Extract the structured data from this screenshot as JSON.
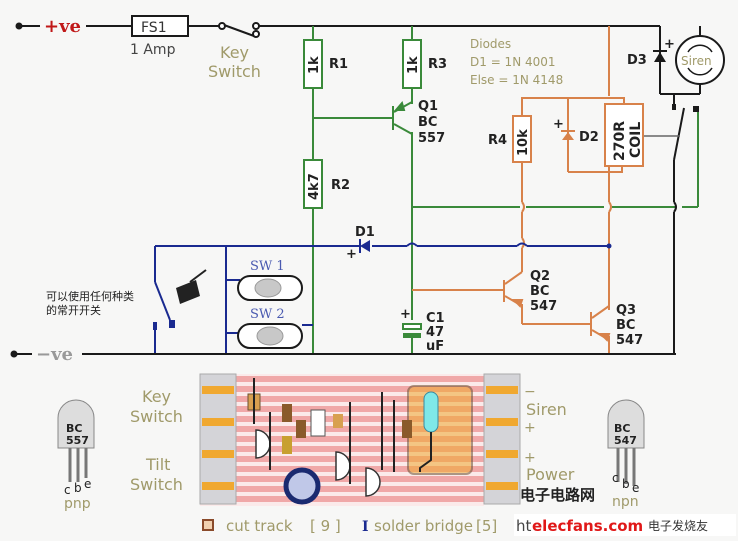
{
  "colors": {
    "black_wire": "#1a1a1a",
    "green_wire": "#3a8a3a",
    "orange_wire": "#d8824a",
    "blue_wire": "#1a2a90",
    "red_text": "#c01818",
    "khaki_text": "#a09a6a",
    "dark_text": "#222222",
    "board_stripe": "#f0a8a8",
    "track_orange": "#f0a830"
  },
  "supply": {
    "positive_label": "+ve",
    "negative_label": "−ve"
  },
  "fuse": {
    "ref": "FS1",
    "rating": "1 Amp"
  },
  "key_switch": {
    "label_line1": "Key",
    "label_line2": "Switch"
  },
  "resistors": {
    "r1": {
      "ref": "R1",
      "value": "1k"
    },
    "r2": {
      "ref": "R2",
      "value": "4k7"
    },
    "r3": {
      "ref": "R3",
      "value": "1k"
    },
    "r4": {
      "ref": "R4",
      "value": "10k"
    }
  },
  "transistors": {
    "q1": {
      "ref": "Q1",
      "type_line1": "BC",
      "type_line2": "557"
    },
    "q2": {
      "ref": "Q2",
      "type_line1": "BC",
      "type_line2": "547"
    },
    "q3": {
      "ref": "Q3",
      "type_line1": "BC",
      "type_line2": "547"
    }
  },
  "diodes_note": {
    "title": "Diodes",
    "line1": "D1 = 1N 4001",
    "line2": "Else = 1N 4148"
  },
  "diodes": {
    "d1": "D1",
    "d2": "D2",
    "d3": "D3",
    "plus": "+"
  },
  "relay": {
    "line1": "270R",
    "line2": "COIL"
  },
  "siren": {
    "label": "Siren"
  },
  "capacitor": {
    "ref": "C1",
    "value_line1": "47",
    "value_line2": "uF",
    "plus": "+"
  },
  "tilt_switches": {
    "sw1": "SW 1",
    "sw2": "SW 2"
  },
  "chinese_note": {
    "line1": "可以使用任何种类",
    "line2": "的常开开关"
  },
  "board_labels": {
    "left_key_line1": "Key",
    "left_key_line2": "Switch",
    "left_tilt_line1": "Tilt",
    "left_tilt_line2": "Switch",
    "right_minus": "−",
    "right_siren": "Siren",
    "right_plus1": "+",
    "right_plus2": "+",
    "right_power": "Power",
    "right_minus2": "−"
  },
  "pinouts": {
    "pnp": {
      "marking_line1": "BC",
      "marking_line2": "557",
      "pins": "c b e",
      "pin_c": "c",
      "pin_b": "b",
      "pin_e": "e",
      "type": "pnp"
    },
    "npn": {
      "marking_line1": "BC",
      "marking_line2": "547",
      "pin_c": "c",
      "pin_b": "b",
      "pin_e": "e",
      "type": "npn"
    }
  },
  "legend": {
    "cut_track_label": "cut track",
    "cut_track_count": "[ 9 ]",
    "solder_bridge_label": "solder bridge",
    "solder_bridge_count": "[5]"
  },
  "watermark": {
    "site_cn": "电子电路网",
    "url": "elecfans.com",
    "url_prefix": "ht",
    "tail_cn": "电子发烧友"
  }
}
